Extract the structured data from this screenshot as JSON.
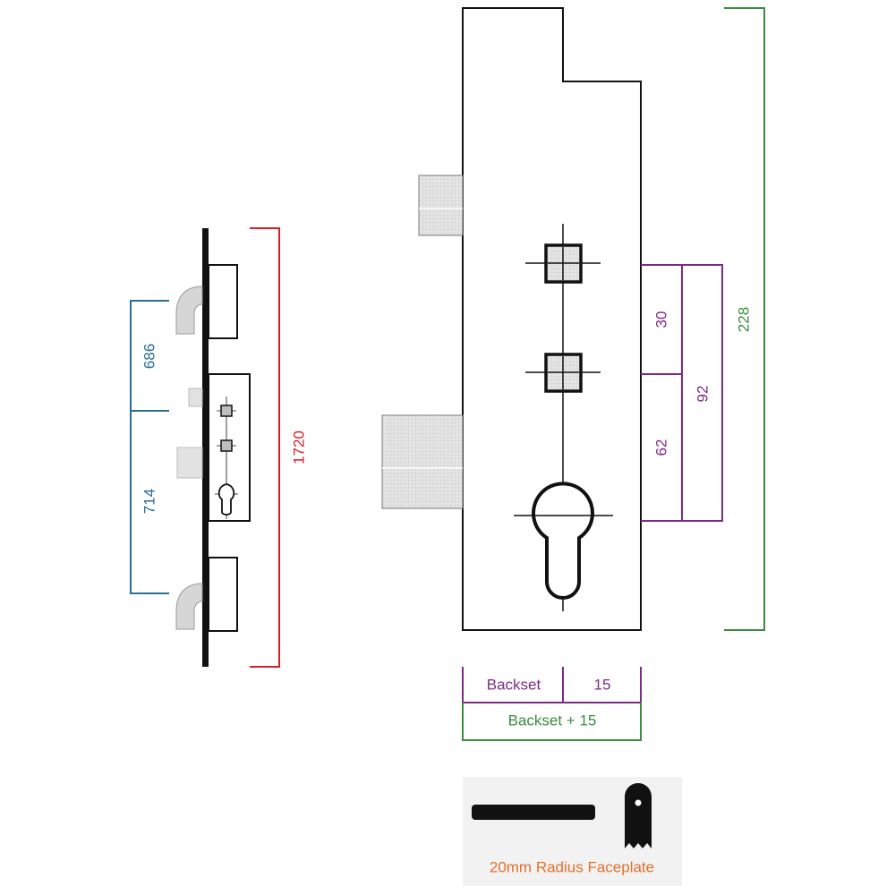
{
  "colors": {
    "outline": "#111111",
    "hatch_fill": "#d8d8d8",
    "bolt_fill": "#e2e2e2",
    "blue": "#2a6e96",
    "red": "#d3202a",
    "purple": "#7d2a86",
    "green": "#3c8c3f",
    "orange": "#e46f2a",
    "panel_bg": "#f2f2f2"
  },
  "overall_view": {
    "height_label": "1720",
    "upper_spacing_label": "686",
    "lower_spacing_label": "714"
  },
  "case_view": {
    "case_height_label": "228",
    "spindle_gap_label": "30",
    "spindle_to_cylinder_label": "62",
    "top_spindle_to_cylinder_label": "92"
  },
  "backset_table": {
    "backset_label": "Backset",
    "faceplate_offset_label": "15",
    "total_label": "Backset + 15"
  },
  "faceplate_panel": {
    "caption": "20mm Radius Faceplate"
  }
}
